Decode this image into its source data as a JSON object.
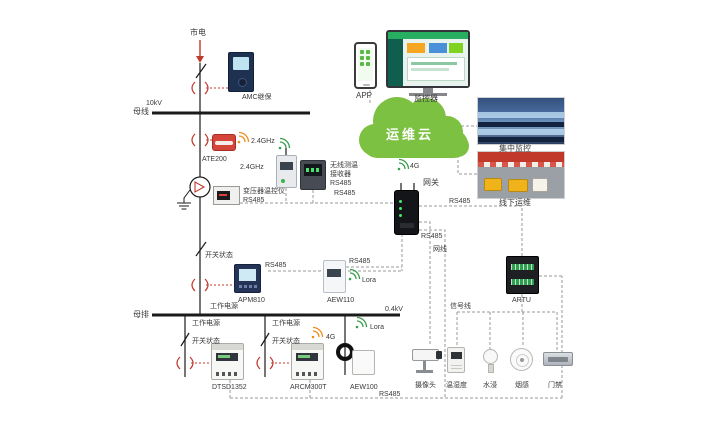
{
  "labels": {
    "mains": "市电",
    "amc_relay": "AMC继保",
    "kv10": "10kV",
    "busbar_top": "母线",
    "ate200": "ATE200",
    "ghz24_a": "2.4GHz",
    "ghz24_b": "2.4GHz",
    "receiver_l1": "无线测温",
    "receiver_l2": "接收器",
    "receiver_l3": "RS485",
    "rs485_meter": "RS485",
    "trans_ctrl_l1": "变压器温控仪",
    "trans_ctrl_l2": "RS485",
    "switch_status_main": "开关状态",
    "rs485_apm": "RS485",
    "apm810": "APM810",
    "rs485_aew110": "RS485",
    "lora_aew110": "Lora",
    "aew110": "AEW110",
    "working_power_main": "工作电源",
    "kv04": "0.4kV",
    "busbar_bottom": "母排",
    "working_power_b1": "工作电源",
    "switch_status_b1": "开关状态",
    "dtsd1352": "DTSD1352",
    "working_power_b2": "工作电源",
    "switch_status_b2": "开关状态",
    "arcm300t": "ARCM300T",
    "g4_branch": "4G",
    "lora_aew100": "Lora",
    "aew100": "AEW100",
    "gateway": "网关",
    "g4_gateway": "4G",
    "cloud": "运维云",
    "app": "APP",
    "monitor": "监控器",
    "central_monitoring": "集中监控",
    "offline_ops": "线下运维",
    "network_cable": "网线",
    "rs485_gw_upper": "RS485",
    "rs485_gw_lower": "RS485",
    "artu": "ARTU",
    "signal_line": "信号线",
    "camera": "摄像头",
    "temp_humidity": "温湿度",
    "water_sensor": "水浸",
    "smoke_sensor": "烟感",
    "door_access": "门禁",
    "rs485_bottom": "RS485"
  },
  "colors": {
    "cloud_green": "#7cc142",
    "ct_red": "#c0392b",
    "power_line": "#1a1a1a",
    "comm_line": "#9a9a9a",
    "radio_green": "#3a9e4e",
    "radio_orange": "#f08c1e"
  }
}
